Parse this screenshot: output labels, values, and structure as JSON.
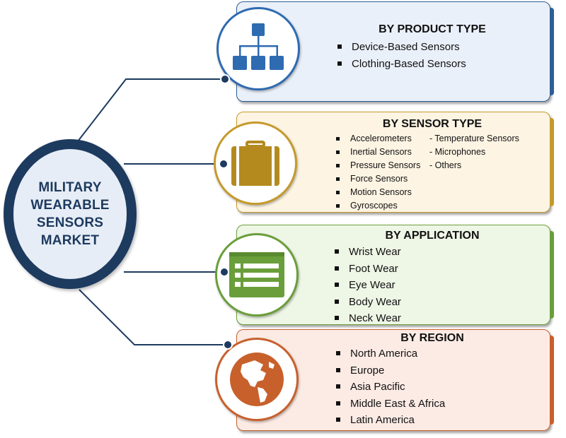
{
  "hub": {
    "title_lines": [
      "MILITARY",
      "WEARABLE",
      "SENSORS",
      "MARKET"
    ]
  },
  "segments": [
    {
      "title": "BY PRODUCT TYPE",
      "icon": "hierarchy-icon",
      "color": "#2e6bb1",
      "items": [
        "Device-Based Sensors",
        "Clothing-Based Sensors"
      ]
    },
    {
      "title": "BY SENSOR TYPE",
      "icon": "briefcase-icon",
      "color": "#c49a2b",
      "items_left": [
        "Accelerometers",
        "Inertial Sensors",
        "Pressure Sensors",
        "Force Sensors",
        "Motion Sensors",
        "Gyroscopes"
      ],
      "items_right": [
        "- Temperature Sensors",
        "- Microphones",
        "- Others"
      ]
    },
    {
      "title": "BY APPLICATION",
      "icon": "list-window-icon",
      "color": "#6a9e3a",
      "items": [
        "Wrist Wear",
        "Foot Wear",
        "Eye Wear",
        "Body Wear",
        "Neck Wear"
      ]
    },
    {
      "title": "BY REGION",
      "icon": "globe-icon",
      "color": "#c8602c",
      "items": [
        "North America",
        "Europe",
        "Asia Pacific",
        "Middle East & Africa",
        "Latin America"
      ]
    }
  ],
  "colors": {
    "hub": "#1d3a5f",
    "connector": "#1d3a5f"
  }
}
